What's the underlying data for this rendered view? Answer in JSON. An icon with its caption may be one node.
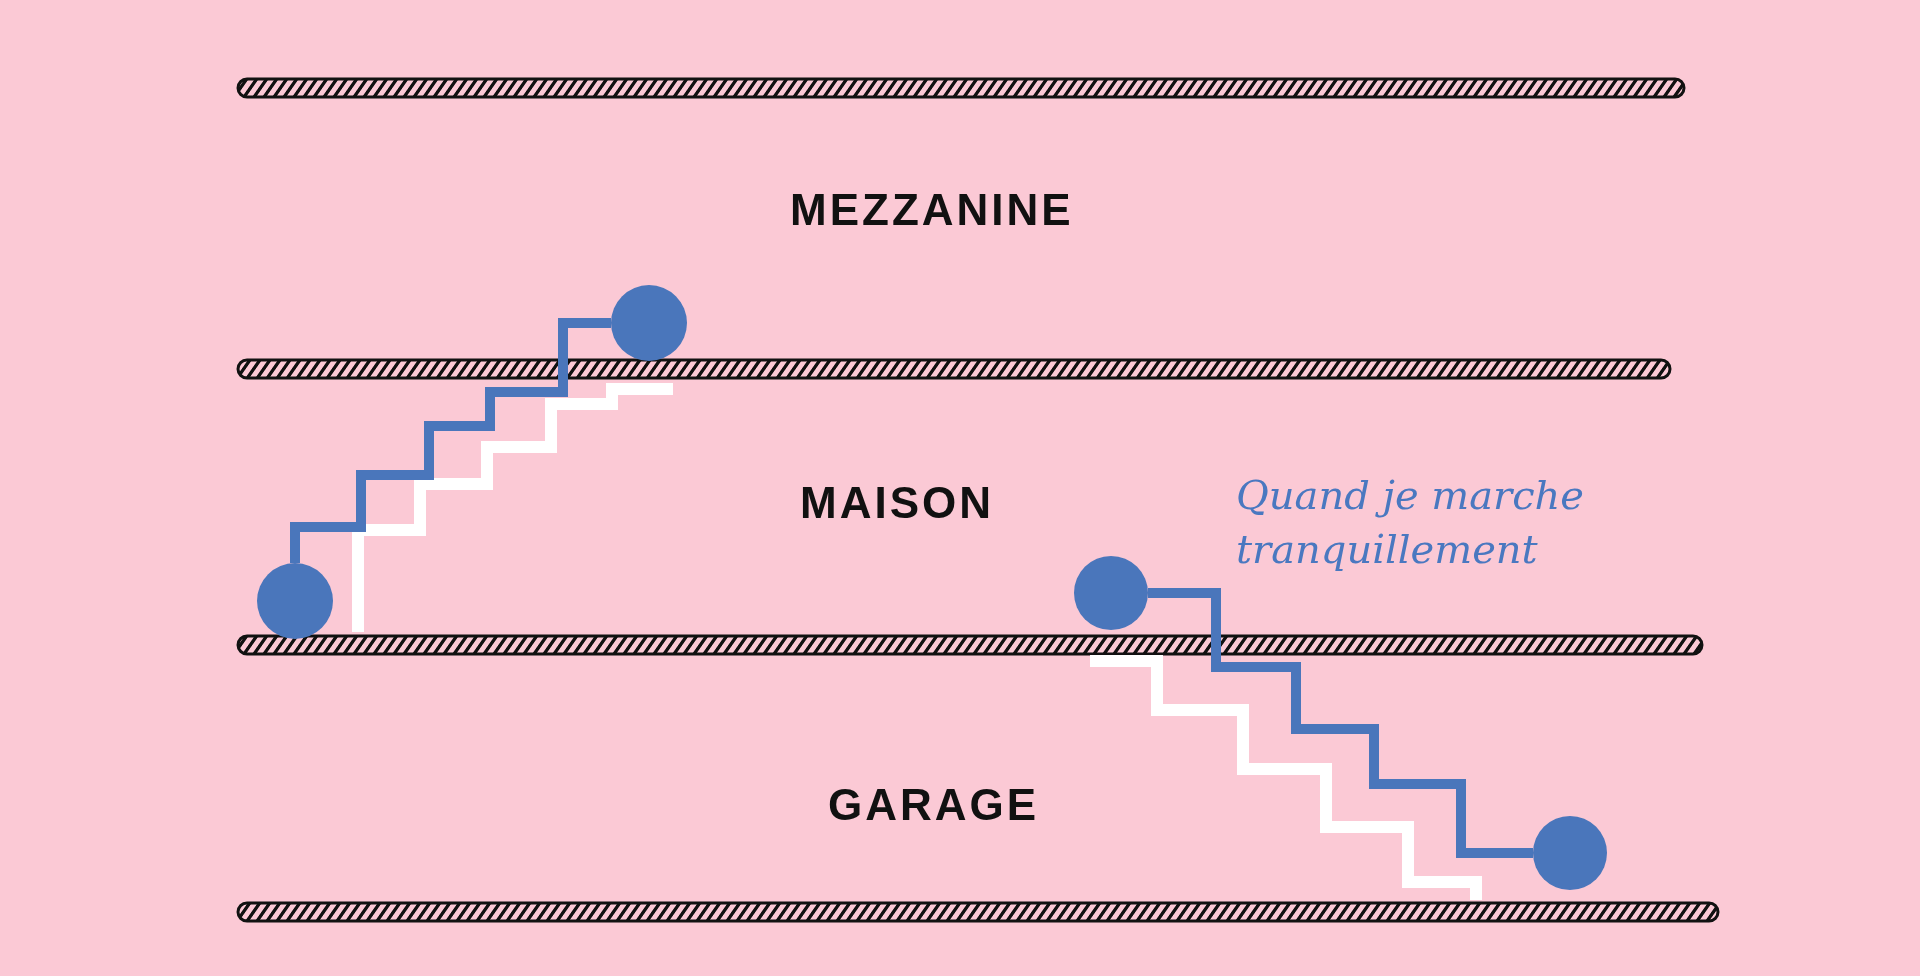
{
  "diagram": {
    "nodes": [
      {
        "text": [],
        "shape": "circle"
      },
      {
        "text": [],
        "shape": "circle"
      },
      {
        "text": [],
        "shape": "circle"
      },
      {
        "text": [],
        "shape": "circle"
      }
    ],
    "edges": [
      {
        "from": 0,
        "to": 1,
        "arrow": "none"
      },
      {
        "from": 2,
        "to": 3,
        "arrow": "none"
      }
    ],
    "labels": [
      "MEZZANINE",
      "MAISON",
      "Quand je marche tranquillement",
      "GARAGE"
    ]
  }
}
